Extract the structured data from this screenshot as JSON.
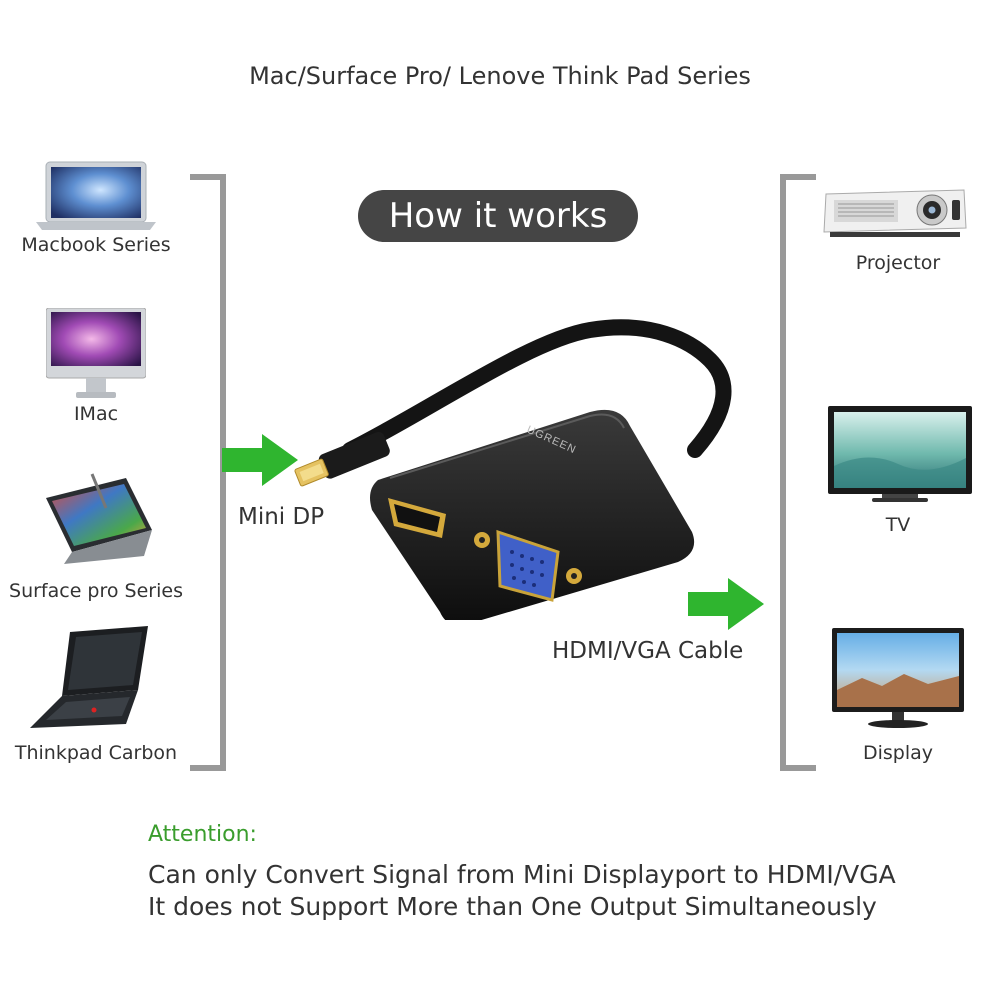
{
  "header": {
    "title": "Mac/Surface Pro/ Lenove Think Pad Series"
  },
  "badge": {
    "label": "How it works"
  },
  "sources": [
    {
      "label": "Macbook Series",
      "icon": "macbook-icon"
    },
    {
      "label": "IMac",
      "icon": "imac-icon"
    },
    {
      "label": "Surface pro Series",
      "icon": "surface-pro-icon"
    },
    {
      "label": "Thinkpad Carbon",
      "icon": "thinkpad-icon"
    }
  ],
  "outputs": [
    {
      "label": "Projector",
      "icon": "projector-icon"
    },
    {
      "label": "TV",
      "icon": "tv-icon"
    },
    {
      "label": "Display",
      "icon": "display-icon"
    }
  ],
  "connectors": {
    "input_label": "Mini DP",
    "output_label": "HDMI/VGA Cable",
    "adapter_brand": "UGREEN"
  },
  "attention": {
    "title": "Attention:",
    "line1": "Can only Convert Signal from Mini Displayport to HDMI/VGA",
    "line2": "It does not Support More than One Output Simultaneously"
  },
  "colors": {
    "arrow": "#2fb52f",
    "attention": "#3a9d2d",
    "bracket": "#999999",
    "badge_bg": "#454545"
  }
}
